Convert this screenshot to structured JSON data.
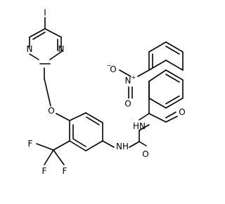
{
  "molecule": {
    "atoms": {
      "iodine": "I",
      "pyrimidine_n1": "N",
      "pyrimidine_n2": "N",
      "ether_o": "O",
      "fluorine_1": "F",
      "fluorine_2": "F",
      "fluorine_3": "F",
      "nitro_n": "N",
      "nitro_n_charge": "+",
      "nitro_o_minus": "O",
      "nitro_o_minus_charge": "−",
      "nitro_o": "O",
      "imide_nh": "HN",
      "urea_nh": "NH",
      "urea_o": "O",
      "amide_o": "O"
    },
    "colors": {
      "bond": "#000000",
      "label": "#000000",
      "background": "#ffffff"
    }
  }
}
